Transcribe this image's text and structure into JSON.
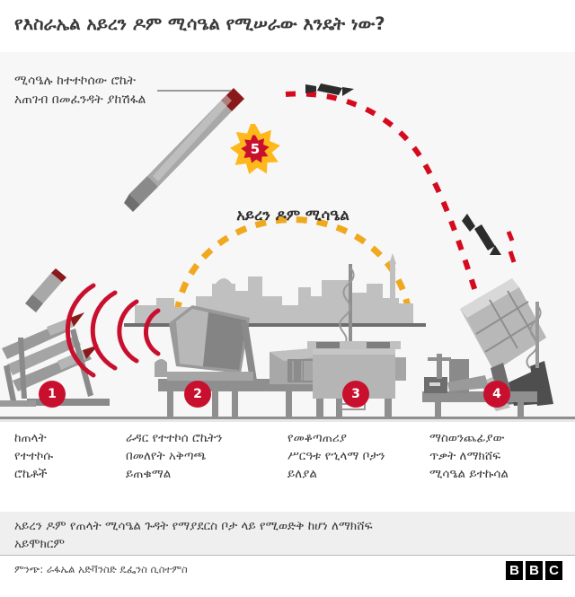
{
  "title": "የእስራኤል አይረን ዶም ሚሳዔል የሚሠራው እንዴት ነው?",
  "callout": {
    "line1": "ሚሳዔሉ ከተተኮሰው ሮኬት",
    "line2": "አጠገብ በመፈንዳት ያከሽፋል",
    "badge": "5"
  },
  "dome": {
    "label": "አይረን ዶም ሚሳዔል"
  },
  "badges": [
    {
      "number": "1",
      "name": "enemy-rocket-launcher"
    },
    {
      "number": "2",
      "name": "radar-unit"
    },
    {
      "number": "3",
      "name": "control-center"
    },
    {
      "number": "4",
      "name": "interceptor-launcher"
    }
  ],
  "captions": [
    {
      "line1": "ከጠላት",
      "line2": "የተተኮሱ",
      "line3": "ሮኬቶች"
    },
    {
      "line1": "ራዳር የተተኮሰ ሮኬትን",
      "line2": "በመለየት አቅጣጫ",
      "line3": "ይጠቁማል"
    },
    {
      "line1": "የመቆጣጠሪያ",
      "line2": "ሥርዓቱ የኂላማ ቦታን",
      "line3": "ይለያል"
    },
    {
      "line1": "ማስወንጨፊያው",
      "line2": "ጥቃት ለማክሸፍ",
      "line3": "ሚሳዔል ይተኩሳል"
    }
  ],
  "footnote": {
    "line1": "አይረን ዶም የጠላት ሚሳዔል ጉዳት የማያደርስ ቦታ ላይ የሚወድቅ ከሆነ ለማክሸፍ",
    "line2": "አይሞክርም"
  },
  "source": "ምንጭ: ራፋኤል አድቫንስድ ዴፌንስ ሲስተምስ",
  "bbc": {
    "b1": "B",
    "b2": "B",
    "c": "C"
  },
  "colors": {
    "accent_red": "#c8102e",
    "dome_orange": "#f0a81e",
    "trajectory_red": "#d50a1e",
    "stage_bg": "#f7f7f7",
    "text": "#3a3a3a",
    "metal_light": "#c4c4c4",
    "metal_mid": "#9a9a9a",
    "metal_dark": "#6e6e6e"
  }
}
